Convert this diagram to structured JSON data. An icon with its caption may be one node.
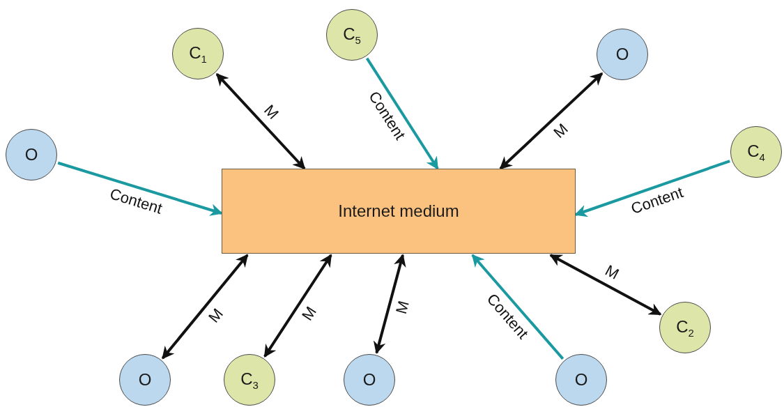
{
  "diagram": {
    "nodes": [
      {
        "text": [
          "C$_{5}$"
        ]
      },
      {
        "text": [
          "O"
        ]
      },
      {
        "text": [
          "C$_{1}$"
        ]
      },
      {
        "text": [
          "O"
        ]
      },
      {
        "text": [
          "C$_{4}$"
        ]
      },
      {
        "text": [
          "Internet medium"
        ]
      },
      {
        "text": [
          "C$_{2}$"
        ]
      },
      {
        "text": [
          "O"
        ]
      },
      {
        "text": [
          "C$_{3}$"
        ]
      },
      {
        "text": [
          "O"
        ]
      },
      {
        "text": [
          "O"
        ]
      }
    ],
    "edges": [
      {
        "from": 2,
        "to": 5,
        "arrow": "both",
        "label": "M"
      },
      {
        "from": 0,
        "to": 5,
        "arrow": "to",
        "label": "Content",
        "color": "#1a9aa0"
      },
      {
        "from": 1,
        "to": 5,
        "arrow": "both",
        "label": "M"
      },
      {
        "from": 3,
        "to": 5,
        "arrow": "to",
        "label": "Content",
        "color": "#1a9aa0"
      },
      {
        "from": 4,
        "to": 5,
        "arrow": "to",
        "label": "Content",
        "color": "#1a9aa0"
      },
      {
        "from": 6,
        "to": 5,
        "arrow": "both",
        "label": "M"
      },
      {
        "from": 7,
        "to": 5,
        "arrow": "both",
        "label": "M"
      },
      {
        "from": 8,
        "to": 5,
        "arrow": "both",
        "label": "M"
      },
      {
        "from": 9,
        "to": 5,
        "arrow": "both",
        "label": "M"
      },
      {
        "from": 10,
        "to": 5,
        "arrow": "to",
        "label": "Content",
        "color": "#1a9aa0"
      }
    ]
  }
}
